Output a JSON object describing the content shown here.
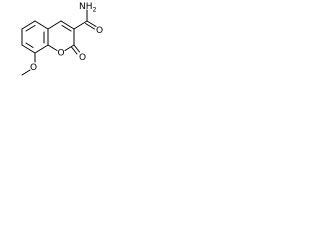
{
  "structure": {
    "atom_labels": {
      "amide_n": "NH",
      "amide_n_sub": "2",
      "carbonyl_o_amide": "O",
      "ring_o": "O",
      "lactone_o": "O",
      "methoxy_o": "O"
    }
  }
}
